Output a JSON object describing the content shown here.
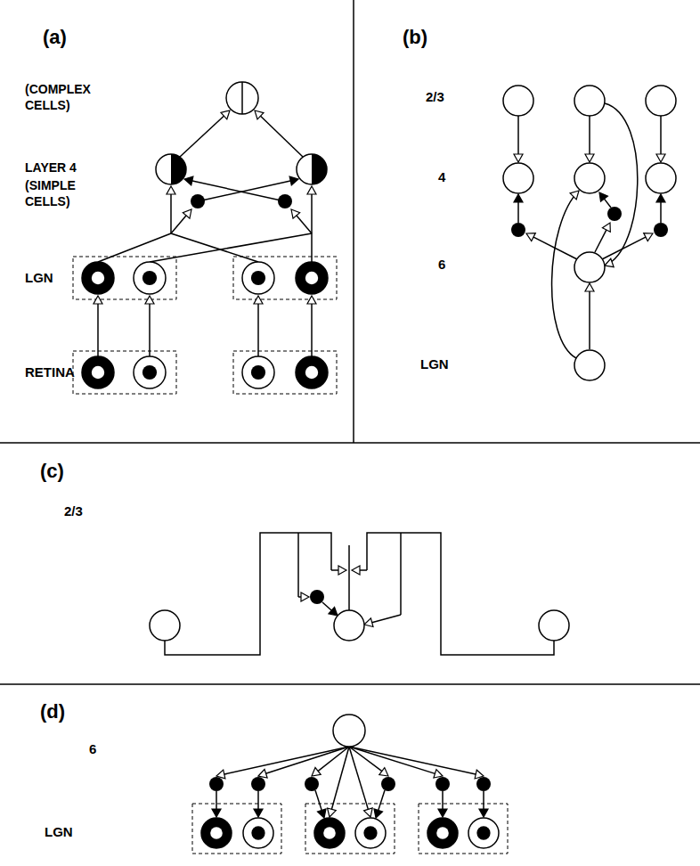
{
  "diagram": {
    "labels": [
      "(a)",
      "(COMPLEX CELLS)",
      "LAYER 4",
      "(SIMPLE CELLS)",
      "LGN",
      "RETINA",
      "(b)",
      "2/3",
      "4",
      "6",
      "LGN",
      "(c)",
      "2/3",
      "(d)",
      "6",
      "LGN"
    ]
  }
}
